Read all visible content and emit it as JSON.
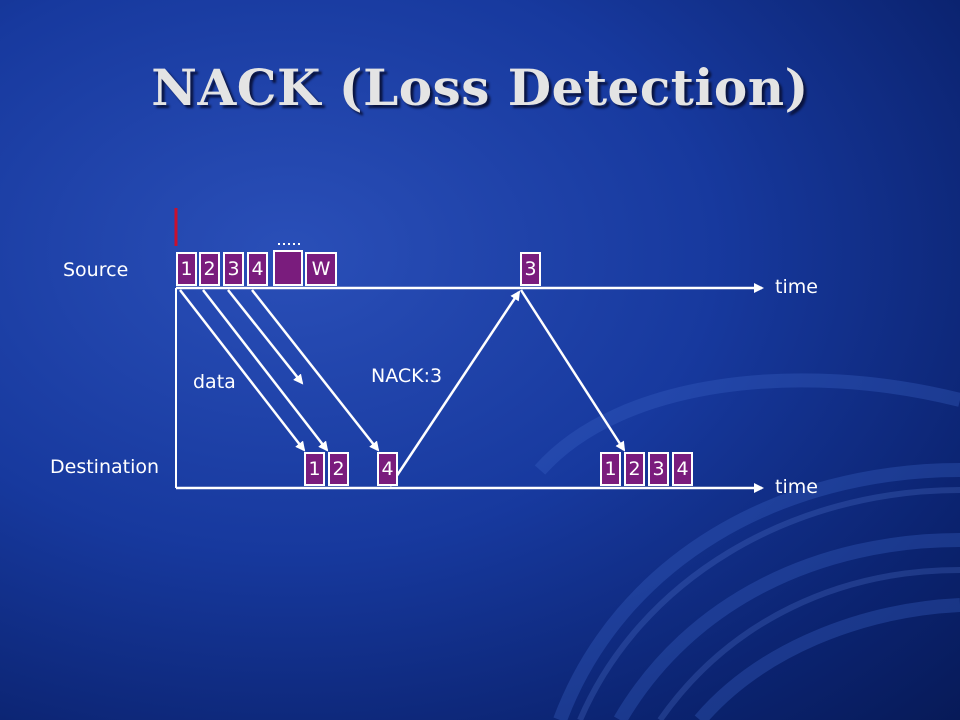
{
  "slide": {
    "title": "NACK (Loss Detection)"
  },
  "labels": {
    "source": "Source",
    "destination": "Destination",
    "time_top": "time",
    "time_bottom": "time",
    "data": "data",
    "nack": "NACK:3"
  },
  "source_packets": [
    "1",
    "2",
    "3",
    "4",
    "",
    "W"
  ],
  "retransmit_packet": "3",
  "received_first": [
    "1",
    "2",
    "4"
  ],
  "received_final": [
    "1",
    "2",
    "3",
    "4"
  ],
  "colors": {
    "packet_fill": "#7a1c7d",
    "packet_border": "#ffffff",
    "marker": "#c8102e",
    "line": "#ffffff"
  }
}
